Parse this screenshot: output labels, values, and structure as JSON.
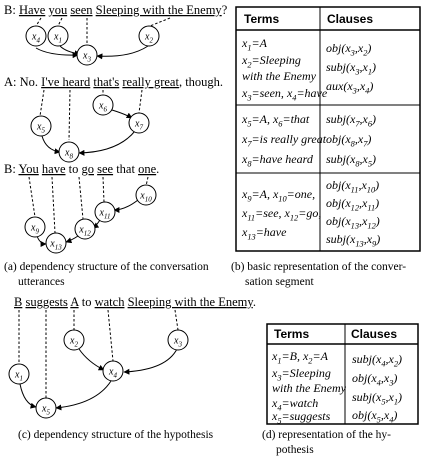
{
  "sentences": {
    "b1": [
      "B: ",
      "Have",
      " ",
      "you",
      " ",
      "seen",
      " ",
      "Sleeping with the Enemy",
      "?"
    ],
    "a": [
      "A: No. ",
      "I've heard",
      " ",
      "that's",
      " ",
      "really great",
      ", though."
    ],
    "b2": [
      "B: ",
      "You",
      " ",
      "have",
      " to ",
      "go",
      " ",
      "see",
      " that ",
      "one",
      "."
    ],
    "hyp": [
      "B",
      " ",
      "suggests",
      " ",
      "A",
      " to ",
      "watch",
      " ",
      "Sleeping with the Enemy",
      "."
    ]
  },
  "nodes": {
    "n_b1_x4": "x4",
    "n_b1_x1": "x1",
    "n_b1_x2": "x2",
    "n_b1_x3": "x3",
    "n_a_x6": "x6",
    "n_a_x5": "x5",
    "n_a_x7": "x7",
    "n_a_x8": "x8",
    "n_b2_x10": "x10",
    "n_b2_x11": "x11",
    "n_b2_x9": "x9",
    "n_b2_x12": "x12",
    "n_b2_x13": "x13",
    "n_h_x2": "x2",
    "n_h_x3": "x3",
    "n_h_x1": "x1",
    "n_h_x4": "x4",
    "n_h_x5": "x5"
  },
  "captions": {
    "a_line1": "(a)  dependency structure of the conversation",
    "a_line2": "utterances",
    "b_line1": "(b)  basic representation of the conver-",
    "b_line2": "sation segment",
    "c_line1": "(c)  dependency structure of the hypothesis",
    "d_line1": "(d)  representation  of  the  hy-",
    "d_line2": "pothesis"
  },
  "table_b": {
    "headers": [
      "Terms",
      "Clauses"
    ],
    "rows": [
      {
        "terms": [
          "x1=A",
          "x2=Sleeping",
          "with the Enemy",
          "x3=seen, x4=have"
        ],
        "clauses": [
          "obj(x3,x2)",
          "subj(x3,x1)",
          "aux(x3,x4)"
        ]
      },
      {
        "terms": [
          "x5=A, x6=that",
          "x7=is really great",
          "x8=have heard"
        ],
        "clauses": [
          "subj(x7,x6)",
          "obj(x8,x7)",
          "subj(x8,x5)"
        ]
      },
      {
        "terms": [
          "x9=A, x10=one,",
          "x11=see, x12=go,",
          "x13=have"
        ],
        "clauses": [
          "obj(x11,x10)",
          "obj(x12,x11)",
          "obj(x13,x12)",
          "subj(x13,x9)"
        ]
      }
    ]
  },
  "table_d": {
    "headers": [
      "Terms",
      "Clauses"
    ],
    "rows": [
      {
        "terms": [
          "x1=B, x2=A",
          "x3=Sleeping",
          "with the Enemy",
          "x4=watch",
          "x5=suggests"
        ],
        "clauses": [
          "subj(x4,x2)",
          "obj(x4,x3)",
          "subj(x5,x1)",
          "obj(x5,x4)"
        ]
      }
    ]
  }
}
